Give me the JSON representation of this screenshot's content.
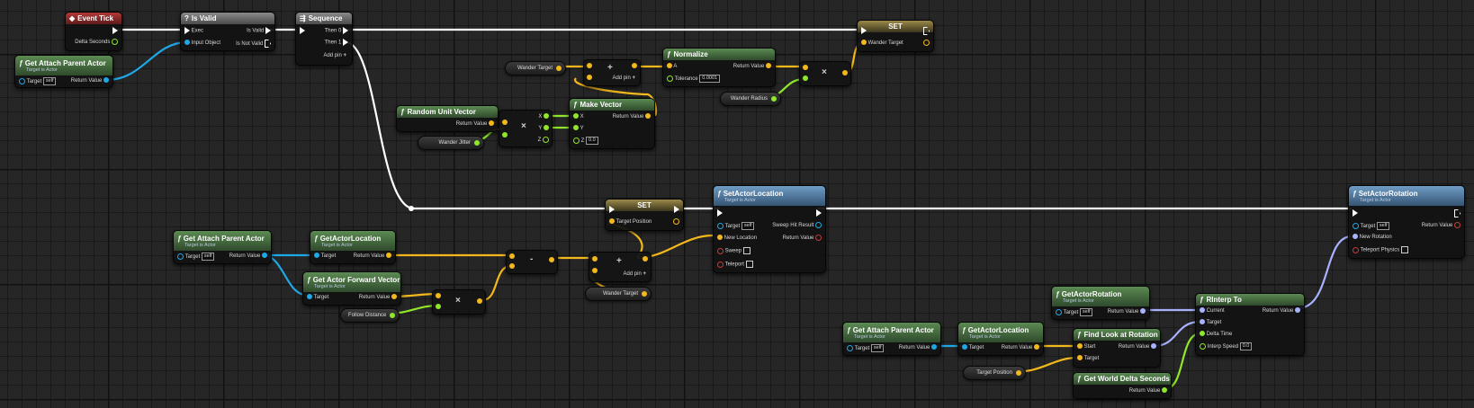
{
  "nodes": {
    "event_tick": {
      "title": "Event Tick",
      "delta": "Delta Seconds"
    },
    "is_valid": {
      "title": "Is Valid",
      "exec": "Exec",
      "input": "Input Object",
      "valid": "Is Valid",
      "not_valid": "Is Not Valid"
    },
    "sequence": {
      "title": "Sequence",
      "then0": "Then 0",
      "then1": "Then 1",
      "addpin": "Add pin"
    },
    "set_top": {
      "title": "SET",
      "var": "Wander Target"
    },
    "get_parent_1": {
      "title": "Get Attach Parent Actor",
      "sub": "Target is Actor",
      "target": "Target",
      "self": "self",
      "ret": "Return Value"
    },
    "normalize": {
      "title": "Normalize",
      "a": "A",
      "tolerance": "Tolerance",
      "tol_value": "0.0001",
      "ret": "Return Value"
    },
    "random_unit": {
      "title": "Random Unit Vector",
      "ret": "Return Value"
    },
    "make_vector": {
      "title": "Make Vector",
      "x": "X",
      "y": "Y",
      "z": "Z",
      "z_value": "0.0",
      "ret": "Return Value"
    },
    "add_top": {
      "addpin": "Add pin"
    },
    "break_vec": {
      "x": "X",
      "y": "Y",
      "z": "Z"
    },
    "var_wander_target": "Wander Target",
    "var_wander_radius": "Wander Radius",
    "var_wander_jitter": "Wander Jitter",
    "set_mid": {
      "title": "SET",
      "pin": "Target Position"
    },
    "set_actor_location": {
      "title": "SetActorLocation",
      "sub": "Target is Actor",
      "target": "Target",
      "self": "self",
      "new_loc": "New Location",
      "sweep": "Sweep",
      "teleport": "Teleport",
      "sweep_hit": "Sweep Hit Result",
      "ret": "Return Value"
    },
    "set_actor_rotation": {
      "title": "SetActorRotation",
      "sub": "Target is Actor",
      "target": "Target",
      "self": "self",
      "new_rot": "New Rotation",
      "teleport": "Teleport Physics",
      "ret": "Return Value"
    },
    "get_parent_2": {
      "title": "Get Attach Parent Actor",
      "sub": "Target is Actor",
      "target": "Target",
      "self": "self",
      "ret": "Return Value"
    },
    "get_actor_location_1": {
      "title": "GetActorLocation",
      "sub": "Target is Actor",
      "target": "Target",
      "ret": "Return Value"
    },
    "get_forward": {
      "title": "Get Actor Forward Vector",
      "sub": "Target is Actor",
      "target": "Target",
      "ret": "Return Value"
    },
    "var_follow_distance": "Follow Distance",
    "add_mid": {
      "addpin": "Add pin"
    },
    "var_target_position_1": "Wander Target",
    "get_parent_3": {
      "title": "Get Attach Parent Actor",
      "sub": "Target is Actor",
      "target": "Target",
      "self": "self",
      "ret": "Return Value"
    },
    "get_actor_location_2": {
      "title": "GetActorLocation",
      "sub": "Target is Actor",
      "target": "Target",
      "ret": "Return Value"
    },
    "get_actor_rotation": {
      "title": "GetActorRotation",
      "sub": "Target is Actor",
      "target": "Target",
      "self": "self",
      "ret": "Return Value"
    },
    "find_look": {
      "title": "Find Look at Rotation",
      "start": "Start",
      "target": "Target",
      "ret": "Return Value"
    },
    "rinterp": {
      "title": "RInterp To",
      "current": "Current",
      "target": "Target",
      "delta": "Delta Time",
      "speed": "Interp Speed",
      "speed_value": "0.0",
      "ret": "Return Value"
    },
    "world_delta": {
      "title": "Get World Delta Seconds",
      "ret": "Return Value"
    },
    "var_target_position_2": "Target Position"
  },
  "colors": {
    "exec": "#ffffff",
    "object": "#1fa8e6",
    "vector": "#f2b81c",
    "float": "#8fe62a",
    "rotator": "#a9b2ff"
  }
}
